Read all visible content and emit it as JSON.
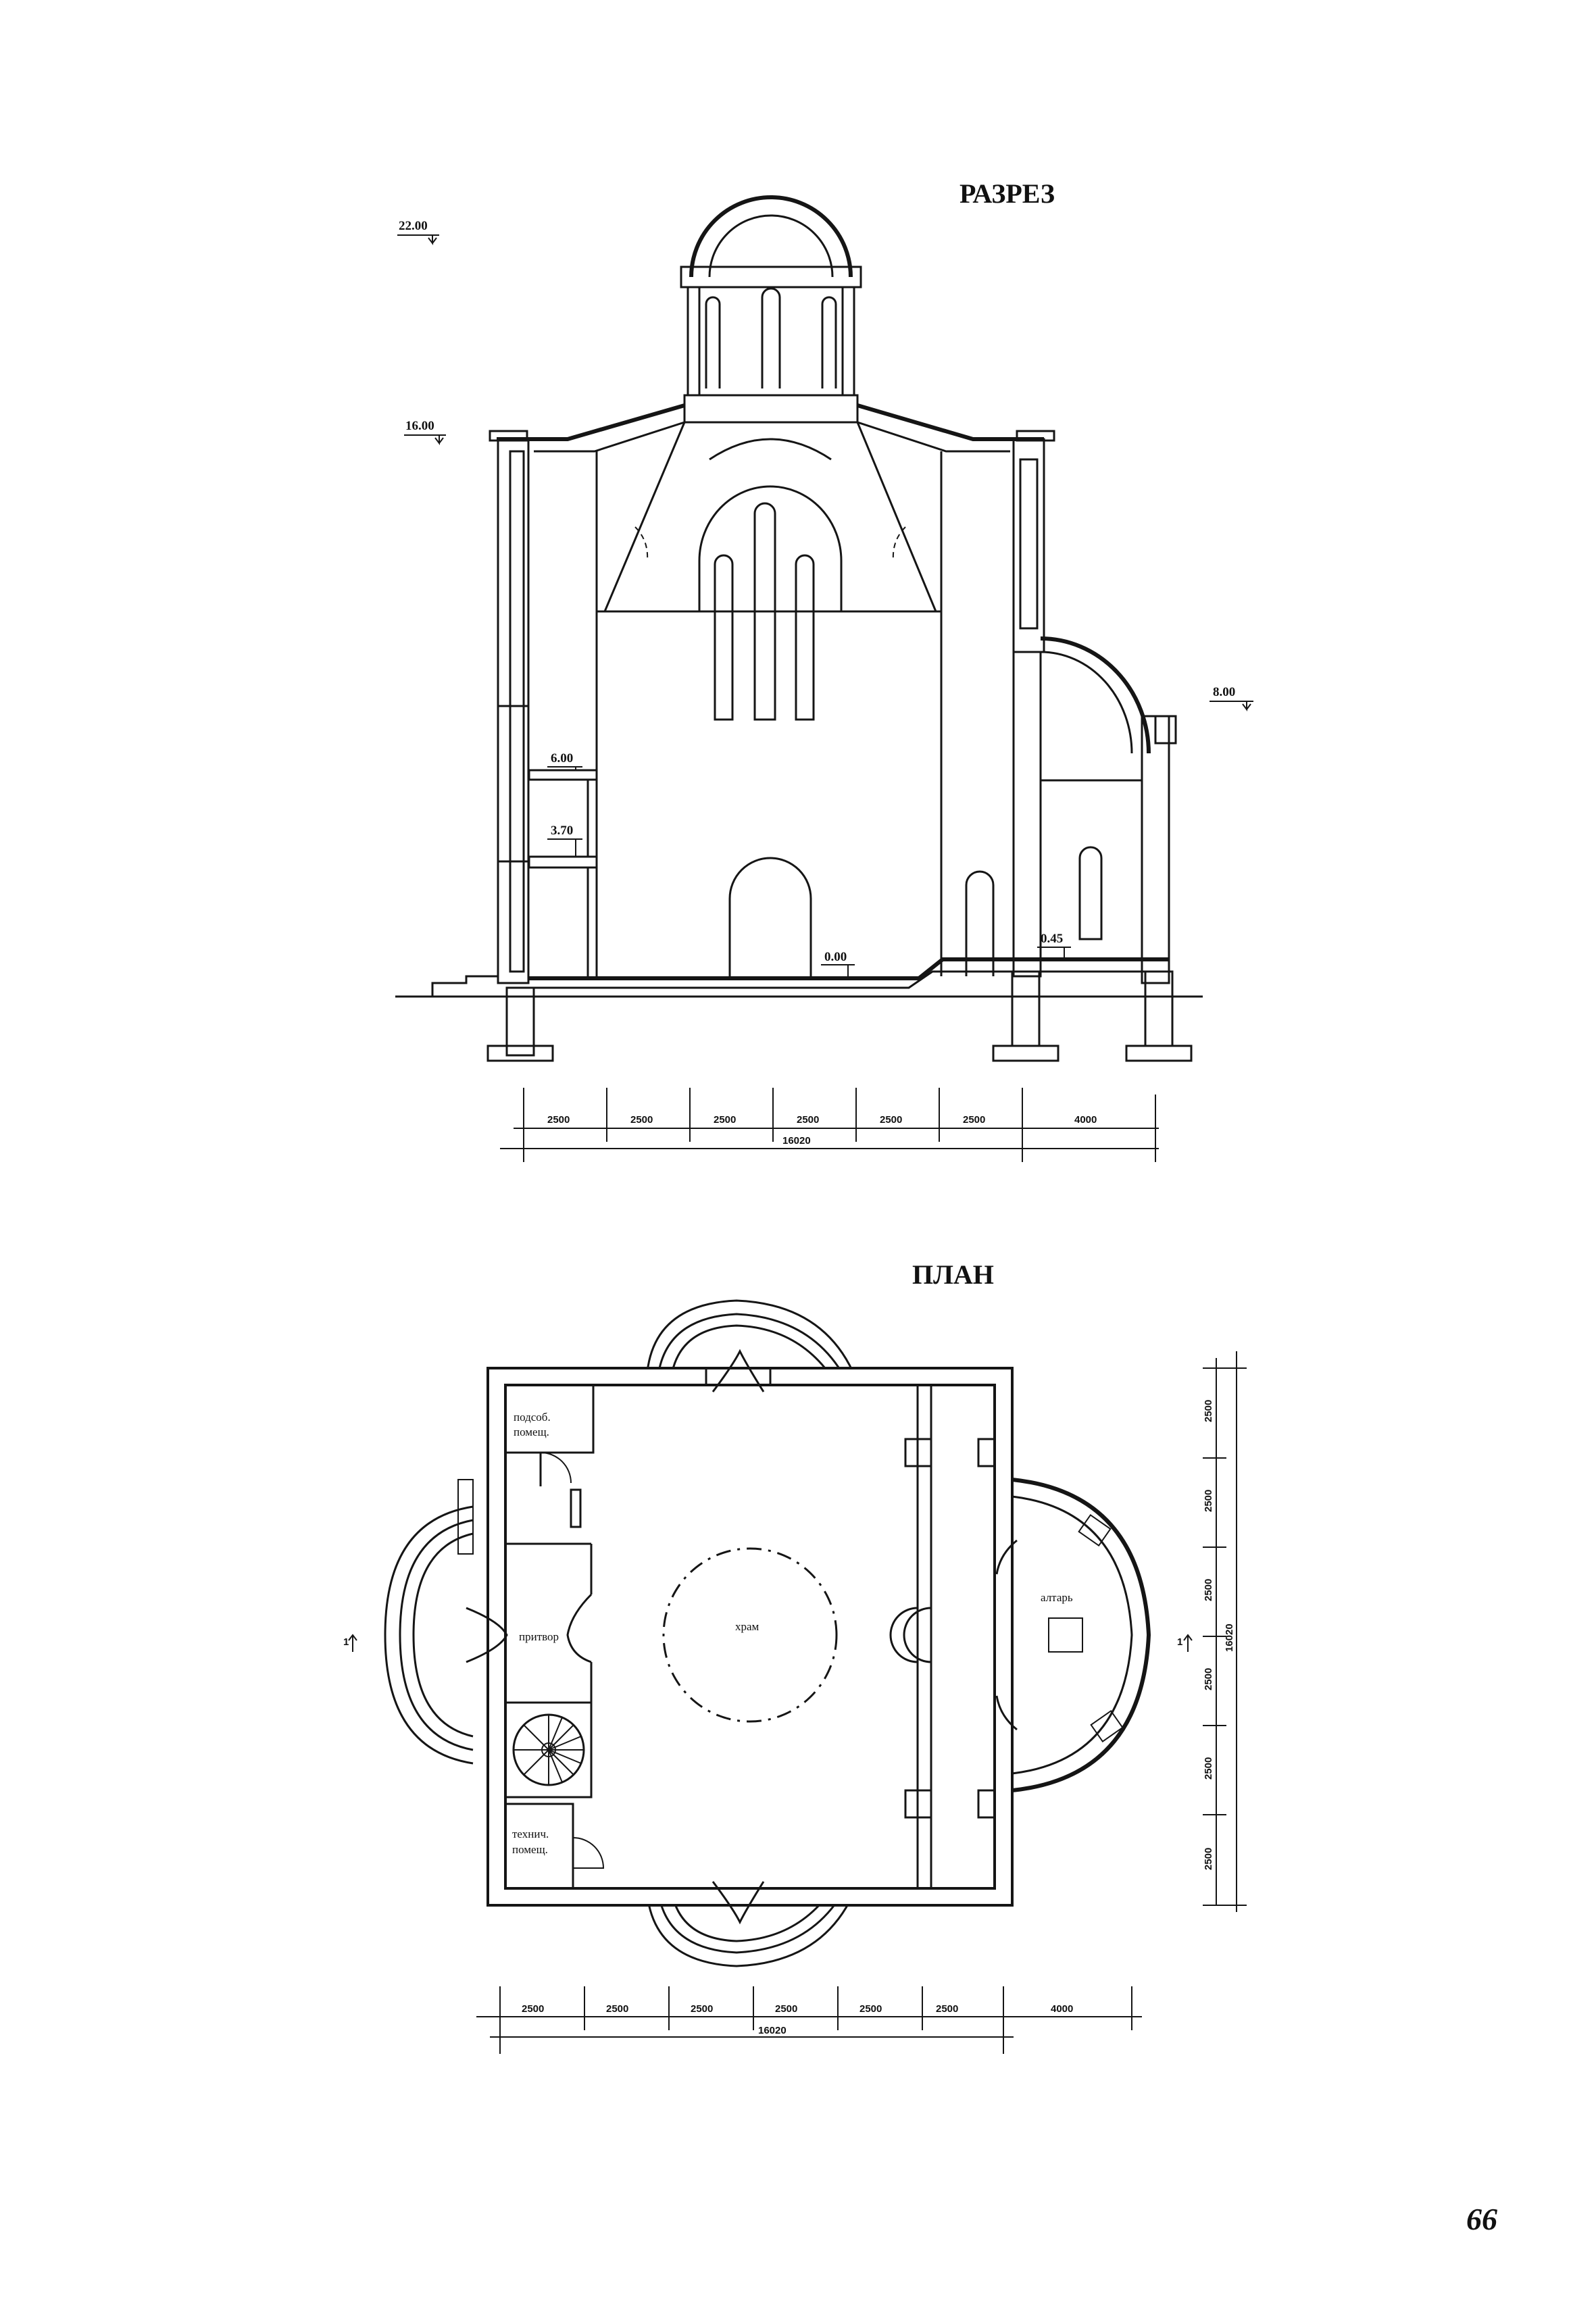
{
  "section": {
    "title": "РАЗРЕЗ",
    "levels": [
      "22.00",
      "16.00",
      "8.00",
      "6.00",
      "3.70",
      "0.45",
      "0.00"
    ],
    "dims": [
      "2500",
      "2500",
      "2500",
      "2500",
      "2500",
      "2500",
      "4000"
    ],
    "total": "16020"
  },
  "plan": {
    "title": "ПЛАН",
    "rooms": {
      "utility_1": "подсоб.",
      "utility_2": "помещ.",
      "narthex": "притвор",
      "nave": "храм",
      "altar": "алтарь",
      "tech_1": "технич.",
      "tech_2": "помещ."
    },
    "dims_bottom": [
      "2500",
      "2500",
      "2500",
      "2500",
      "2500",
      "2500",
      "4000"
    ],
    "total_bottom": "16020",
    "dims_right": [
      "2500",
      "2500",
      "2500",
      "2500",
      "2500",
      "2500"
    ],
    "total_right": "16020",
    "cut_mark": "1"
  },
  "page_number": "66"
}
